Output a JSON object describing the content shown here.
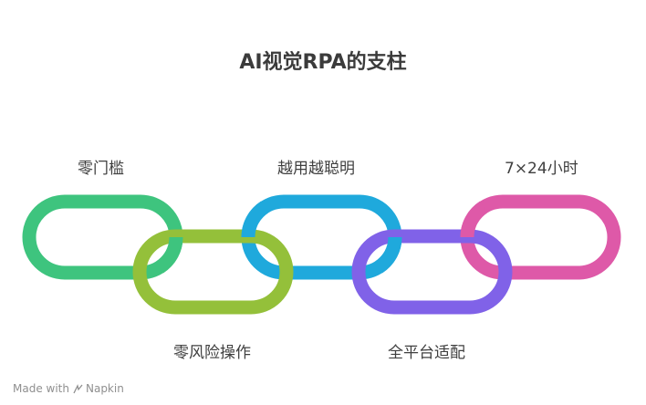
{
  "title": "AI视觉RPA的支柱",
  "pillars": {
    "top": [
      "零门槛",
      "越用越聪明",
      "7×24小时"
    ],
    "bottom": [
      "零风险操作",
      "全平台适配"
    ]
  },
  "colors": {
    "link1": "#3ec47e",
    "link2": "#94c03a",
    "link3": "#1fa9dc",
    "link4": "#8062e8",
    "link5": "#de59a8"
  },
  "footer": {
    "made_with": "Made with",
    "brand": "Napkin"
  }
}
